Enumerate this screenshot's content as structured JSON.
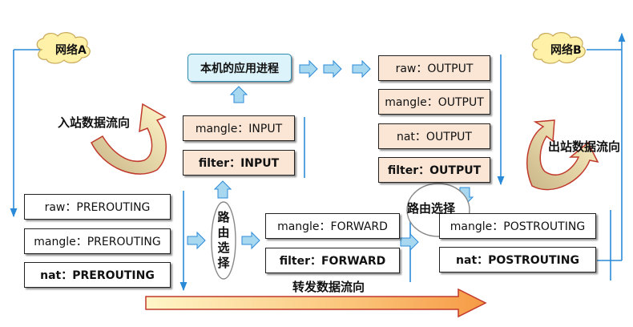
{
  "network_a": "网络A",
  "network_b": "网络B",
  "app_process": "本机的应用进程",
  "inbound_flow": "入站数据流向",
  "outbound_flow": "出站数据流向",
  "forward_flow": "转发数据流向",
  "routing_left": "路由选择",
  "routing_right": "路由选择",
  "prerouting": {
    "raw": "raw：PREROUTING",
    "mangle": "mangle：PREROUTING",
    "nat": "nat：PREROUTING"
  },
  "input": {
    "mangle": "mangle：INPUT",
    "filter": "filter：INPUT"
  },
  "output": {
    "raw": "raw：OUTPUT",
    "mangle": "mangle：OUTPUT",
    "nat": "nat：OUTPUT",
    "filter": "filter：OUTPUT"
  },
  "forward": {
    "mangle": "mangle：FORWARD",
    "filter": "filter：FORWARD"
  },
  "postrouting": {
    "mangle": "mangle：POSTROUTING",
    "nat": "nat：POSTROUTING"
  },
  "colors": {
    "line_blue": "#2b8ad8",
    "arrow_fill": "#a8d8f0",
    "table_fill": "#fbe6d6",
    "cloud_fill": "#fff1a8",
    "curved_arrow_fill": "#cdb98d",
    "forward_arrow_start": "#fff6c8",
    "forward_arrow_end": "#f6a04d"
  }
}
